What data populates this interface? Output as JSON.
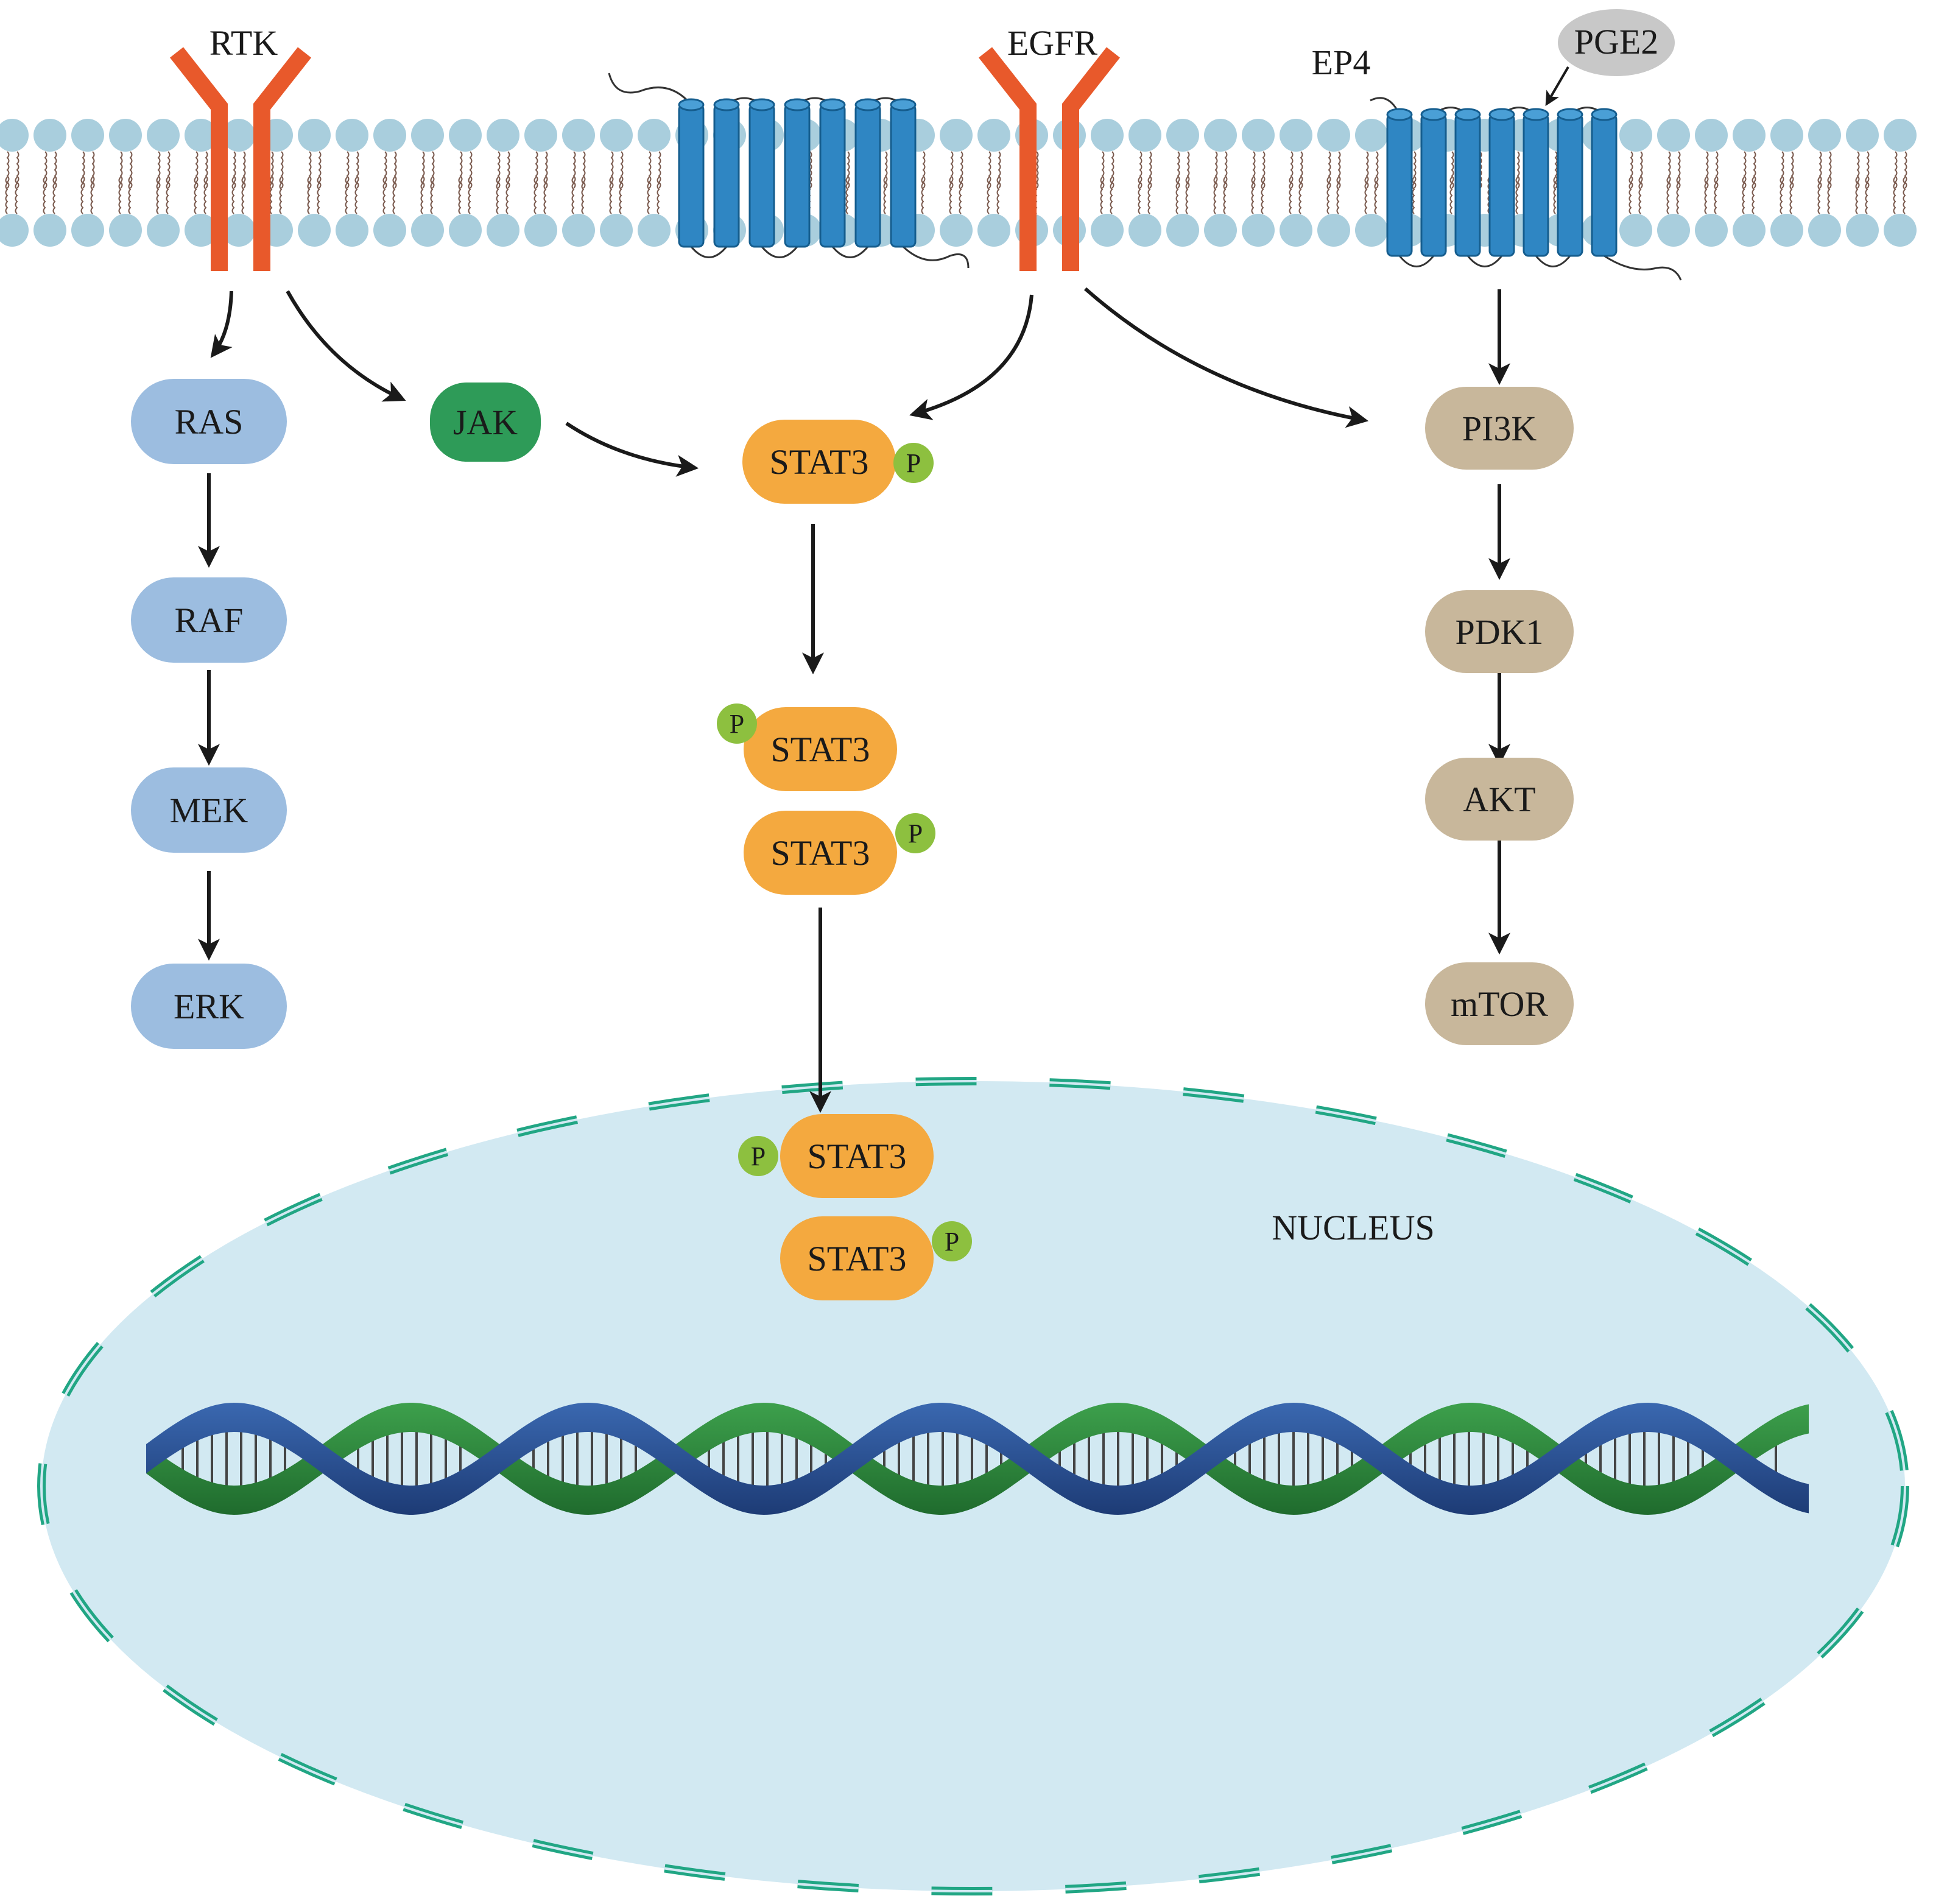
{
  "diagram": {
    "receptors": {
      "rtk": "RTK",
      "egfr": "EGFR",
      "ep4": "EP4",
      "pge2": "PGE2"
    },
    "mapk_pathway": [
      "RAS",
      "RAF",
      "MEK",
      "ERK"
    ],
    "jak": "JAK",
    "stat3": {
      "label": "STAT3",
      "phospho": "P"
    },
    "pi3k_pathway": [
      "PI3K",
      "PDK1",
      "AKT",
      "mTOR"
    ],
    "nucleus": {
      "label": "NUCLEUS"
    },
    "colors": {
      "membrane_head": "#a9cedd",
      "receptor_rtk": "#e8592b",
      "gpcr_blue": "#2f86c3",
      "mapk_node": "#9cbde0",
      "jak_node": "#2e9b58",
      "stat3_node": "#f4a93f",
      "phospho": "#8dc03f",
      "pi3k_node": "#c8b79b",
      "pge2_node": "#c8c8c8",
      "nucleus_fill": "#d2e9f2",
      "nucleus_border": "#21a684",
      "dna_green": "#2f8c3d",
      "dna_blue": "#274f8f",
      "arrow": "#1a1a1a"
    }
  }
}
